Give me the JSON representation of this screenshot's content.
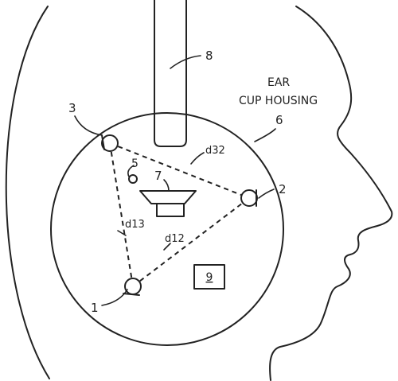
{
  "labels": {
    "head_band": "8",
    "housing_line1": "EAR",
    "housing_line2": "CUP HOUSING",
    "housing_ref": "6",
    "mic_top_left": "3",
    "mic_right": "2",
    "mic_bottom": "1",
    "ref_mic_small": "5",
    "speaker": "7",
    "processor": "9",
    "dist_32": "d32",
    "dist_13": "d13",
    "dist_12": "d12"
  }
}
